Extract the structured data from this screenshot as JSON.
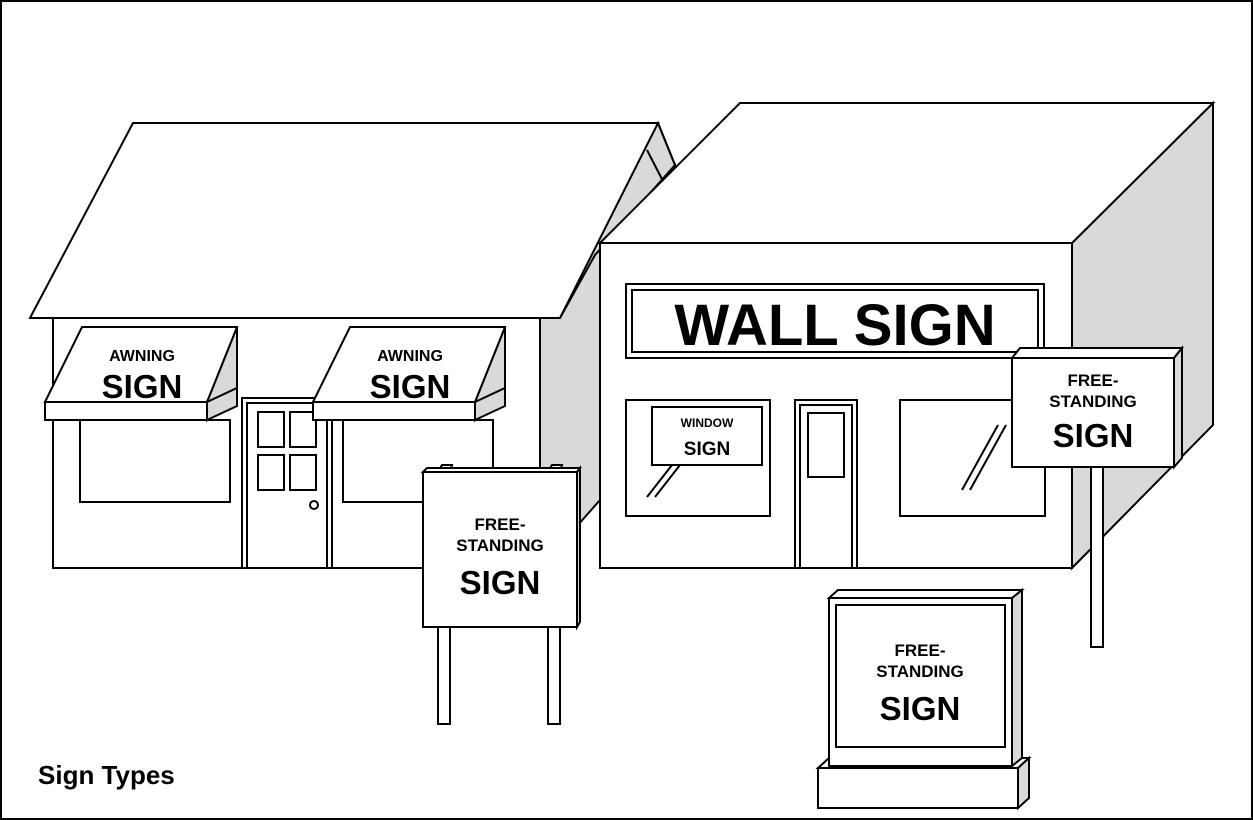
{
  "figure": {
    "caption": "Sign Types"
  },
  "signs": {
    "awning_left": {
      "line1": "AWNING",
      "line2": "SIGN"
    },
    "awning_right": {
      "line1": "AWNING",
      "line2": "SIGN"
    },
    "wall": {
      "text": "WALL SIGN"
    },
    "window": {
      "line1": "WINDOW",
      "line2": "SIGN"
    },
    "freestanding_post": {
      "line1": "FREE-",
      "line2": "STANDING",
      "line3": "SIGN"
    },
    "freestanding_pole": {
      "line1": "FREE-",
      "line2": "STANDING",
      "line3": "SIGN"
    },
    "freestanding_monument": {
      "line1": "FREE-",
      "line2": "STANDING",
      "line3": "SIGN"
    }
  },
  "colors": {
    "outline": "#000000",
    "shade": "#d9d9d9",
    "background": "#ffffff"
  }
}
